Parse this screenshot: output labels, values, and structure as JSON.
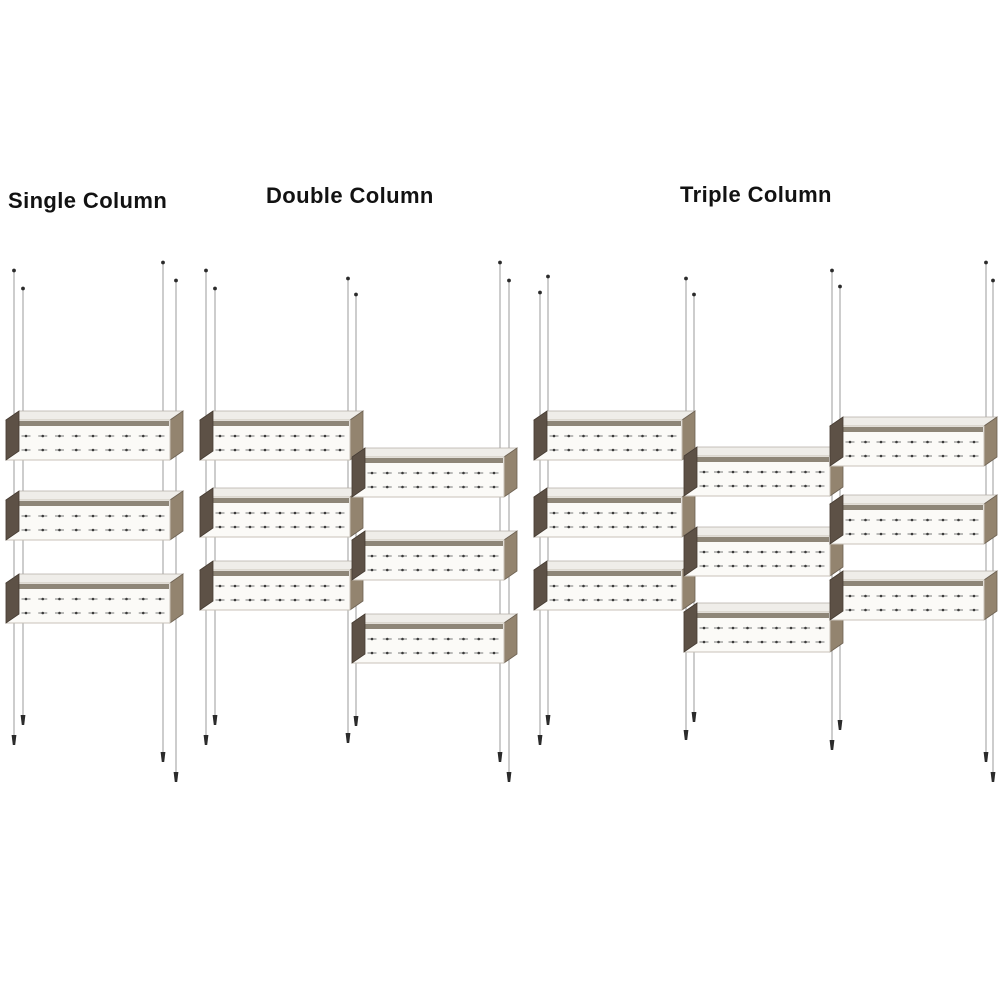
{
  "page": {
    "background": "#ffffff"
  },
  "sections": [
    {
      "id": "single",
      "label": "Single Column"
    },
    {
      "id": "double",
      "label": "Double Column"
    },
    {
      "id": "triple",
      "label": "Triple Column"
    }
  ],
  "colors": {
    "bronze_dark": "#5d5146",
    "bronze_mid": "#93846f",
    "shelf_face": "#fbfaf7",
    "shelf_top": "#efede9",
    "interior_shadow": "#8e8678",
    "cable": "#9b9b9b",
    "hardware": "#2b2b2b",
    "label_text": "#121212"
  }
}
